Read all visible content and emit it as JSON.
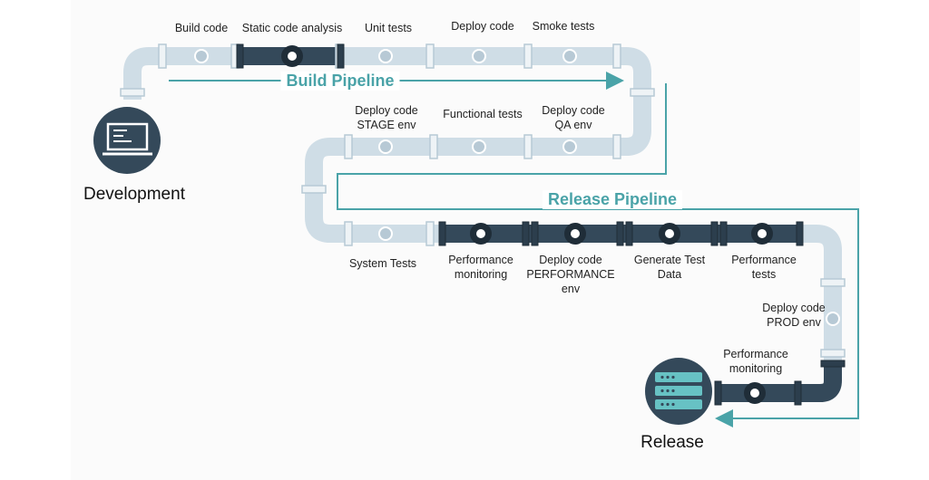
{
  "colors": {
    "light_pipe": "#cfdde6",
    "light_pipe_mark": "#b7c9d5",
    "dark_pipe": "#34495a",
    "accent": "#4aa3a8",
    "node_circle": "#34495a",
    "server_bars": "#67c2c4"
  },
  "icons": {
    "development": "laptop-icon",
    "release": "server-icon"
  },
  "nodes": {
    "development": "Development",
    "release": "Release"
  },
  "pipelines": {
    "build": "Build Pipeline",
    "release": "Release Pipeline"
  },
  "stages": {
    "row1": [
      "Build code",
      "Static code analysis",
      "Unit tests",
      "Deploy code",
      "Smoke tests"
    ],
    "row2": [
      "Deploy code\nSTAGE env",
      "Functional tests",
      "Deploy code\nQA env"
    ],
    "row3": [
      "System Tests",
      "Performance\nmonitoring",
      "Deploy code\nPERFORMANCE\nenv",
      "Generate Test\nData",
      "Performance\ntests"
    ],
    "vertical": [
      "Deploy code\nPROD env"
    ],
    "final": [
      "Performance\nmonitoring"
    ]
  }
}
